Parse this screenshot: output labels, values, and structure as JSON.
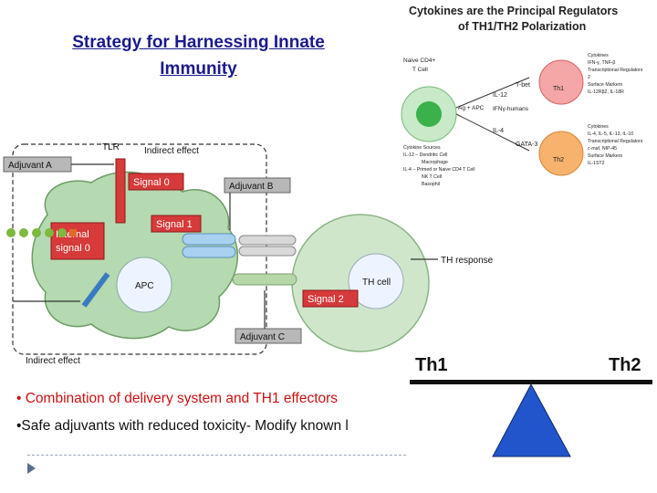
{
  "slide": {
    "title_line1": "Strategy for Harnessing Innate",
    "title_line2": "Immunity",
    "bullets": [
      "• Combination of delivery system and TH1 effectors",
      "•Safe adjuvants with reduced toxicity- Modify known l"
    ]
  },
  "diagram_left": {
    "tlr": "TLR",
    "indirect_effect_top": "Indirect effect",
    "adjuvant_a": "Adjuvant A",
    "signal0": "Signal 0",
    "adjuvant_b": "Adjuvant B",
    "signal1": "Signal 1",
    "internal_signal_line1": "Internal",
    "internal_signal_line2": "signal 0",
    "apc": "APC",
    "th_cell": "TH cell",
    "th_response": "TH response",
    "signal2": "Signal 2",
    "adjuvant_c": "Adjuvant C",
    "indirect_effect_bottom": "Indirect effect"
  },
  "diagram_right": {
    "title_line1": "Cytokines are the Principal Regulators",
    "title_line2": "of TH1/TH2 Polarization",
    "naive_line1": "Naive CD4+",
    "naive_line2": "T Cell",
    "ag_apc": "Ag + APC",
    "tbet": "T-bet",
    "il12": "IL-12",
    "ifn": "IFNγ-humans",
    "il4": "IL-4",
    "gata3": "GATA-3",
    "th1": "Th1",
    "th2": "Th2",
    "cytokine_sources": [
      "Cytokine Sources",
      "IL-12 – Dendritic Cell",
      "Macrophage",
      "IL-4 – Primed or Naive CD4 T Cell",
      "NK T Cell",
      "Basophil"
    ],
    "th1_notes": [
      "Cytokines",
      "IFN-γ, TNF-β",
      "Transcriptional Regulators",
      "2",
      "Surface Markers",
      "IL-12Rβ2, IL-18R"
    ],
    "th2_notes": [
      "Cytokines",
      "IL-4, IL-5, IL-13, IL-10",
      "Transcriptional Regulators",
      "c-maf, NIP-45",
      "Surface Markers",
      "IL-1ST2"
    ]
  },
  "seesaw": {
    "left": "Th1",
    "right": "Th2"
  },
  "colors": {
    "title": "#1a1a8c",
    "bullet_red": "#cc1111",
    "apc_green": "#b5d9b0",
    "th_green": "#cfe6cb",
    "signal_red": "#d63a3a",
    "adjuvant_gray": "#b8b8b8",
    "seesaw_blue": "#2255cc"
  }
}
